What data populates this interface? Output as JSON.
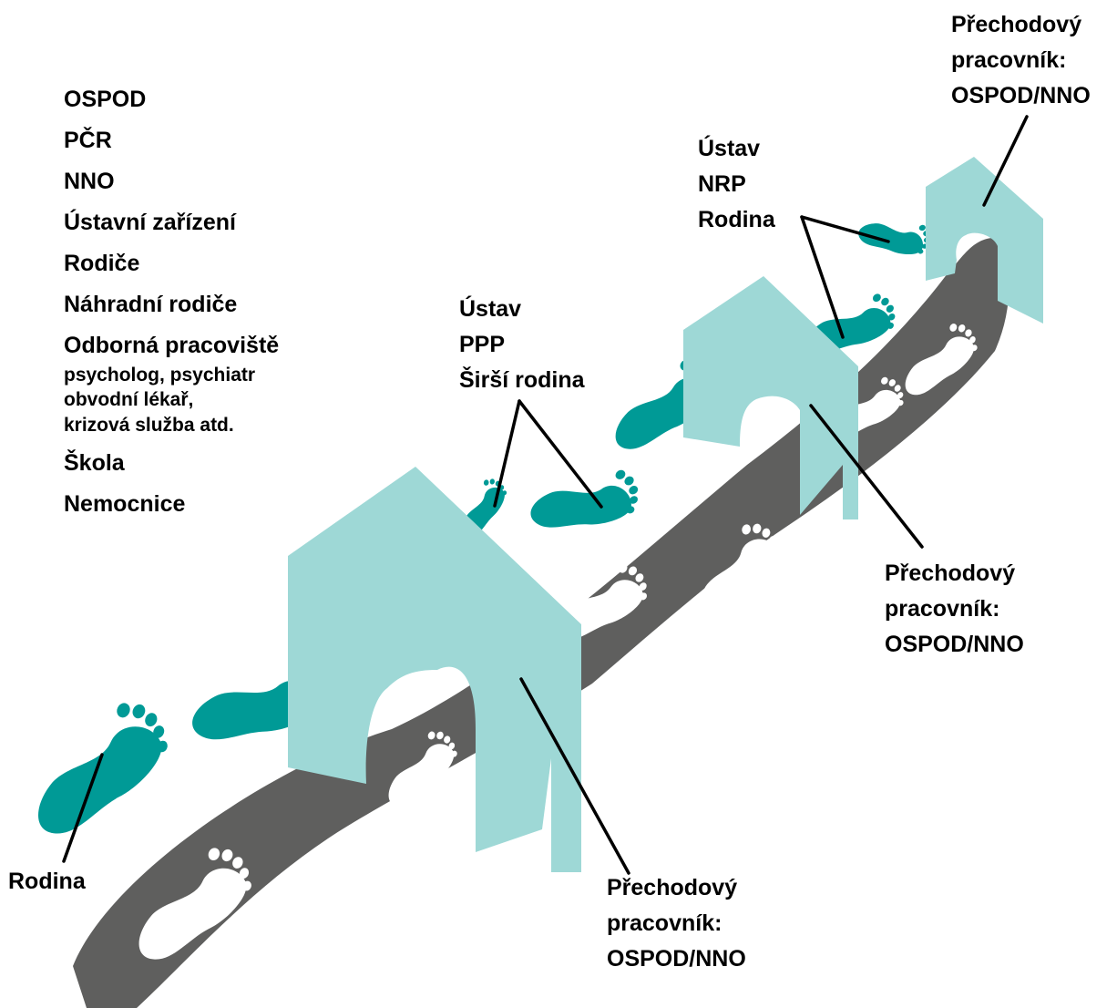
{
  "actors": {
    "ospod": "OSPOD",
    "pcr": "PČR",
    "nno": "NNO",
    "ustavni_zarizeni": "Ústavní zařízení",
    "rodice": "Rodiče",
    "nahradni_rodice": "Náhradní rodiče",
    "odborna_pracoviste": {
      "title": "Odborná pracoviště",
      "details": [
        "psycholog, psychiatr",
        "obvodní lékař,",
        "krizová služba atd."
      ]
    },
    "skola": "Škola",
    "nemocnice": "Nemocnice"
  },
  "start_label": "Rodina",
  "stage1_options": [
    "Ústav",
    "PPP",
    "Širší rodina"
  ],
  "stage2_options": [
    "Ústav",
    "NRP",
    "Rodina"
  ],
  "transition_label": {
    "line1": "Přechodový",
    "line2": "pracovník:",
    "line3": "OSPOD/NNO"
  },
  "colors": {
    "path": "#5f5f5e",
    "house": "#9ed8d6",
    "footprint_teal": "#009a96",
    "footprint_white": "#ffffff",
    "pointer": "#000000"
  }
}
